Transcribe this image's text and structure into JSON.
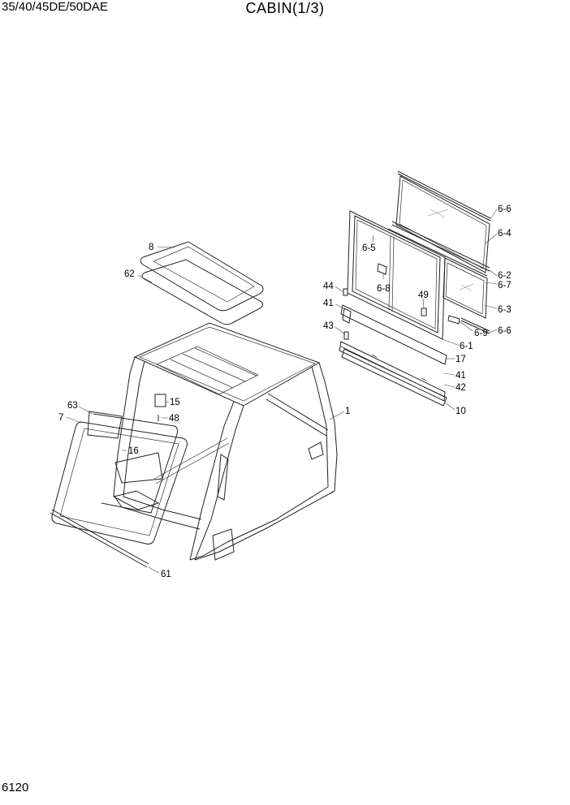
{
  "header": {
    "model": "35/40/45DE/50DAE",
    "title": "CABIN(1/3)"
  },
  "footer": {
    "page": "6120"
  },
  "callouts": [
    {
      "id": "6-6a",
      "text": "6-6"
    },
    {
      "id": "6-4",
      "text": "6-4"
    },
    {
      "id": "6-2",
      "text": "6-2"
    },
    {
      "id": "6-7",
      "text": "6-7"
    },
    {
      "id": "6-3",
      "text": "6-3"
    },
    {
      "id": "6-6b",
      "text": "6-6"
    },
    {
      "id": "6-9",
      "text": "6-9"
    },
    {
      "id": "6-5",
      "text": "6-5"
    },
    {
      "id": "6-8",
      "text": "6-8"
    },
    {
      "id": "49",
      "text": "49"
    },
    {
      "id": "6-1",
      "text": "6-1"
    },
    {
      "id": "44",
      "text": "44"
    },
    {
      "id": "41a",
      "text": "41"
    },
    {
      "id": "43",
      "text": "43"
    },
    {
      "id": "17",
      "text": "17"
    },
    {
      "id": "41b",
      "text": "41"
    },
    {
      "id": "42",
      "text": "42"
    },
    {
      "id": "10",
      "text": "10"
    },
    {
      "id": "1",
      "text": "1"
    },
    {
      "id": "8",
      "text": "8"
    },
    {
      "id": "62",
      "text": "62"
    },
    {
      "id": "15",
      "text": "15"
    },
    {
      "id": "48",
      "text": "48"
    },
    {
      "id": "63",
      "text": "63"
    },
    {
      "id": "7",
      "text": "7"
    },
    {
      "id": "16",
      "text": "16"
    },
    {
      "id": "61",
      "text": "61"
    }
  ]
}
